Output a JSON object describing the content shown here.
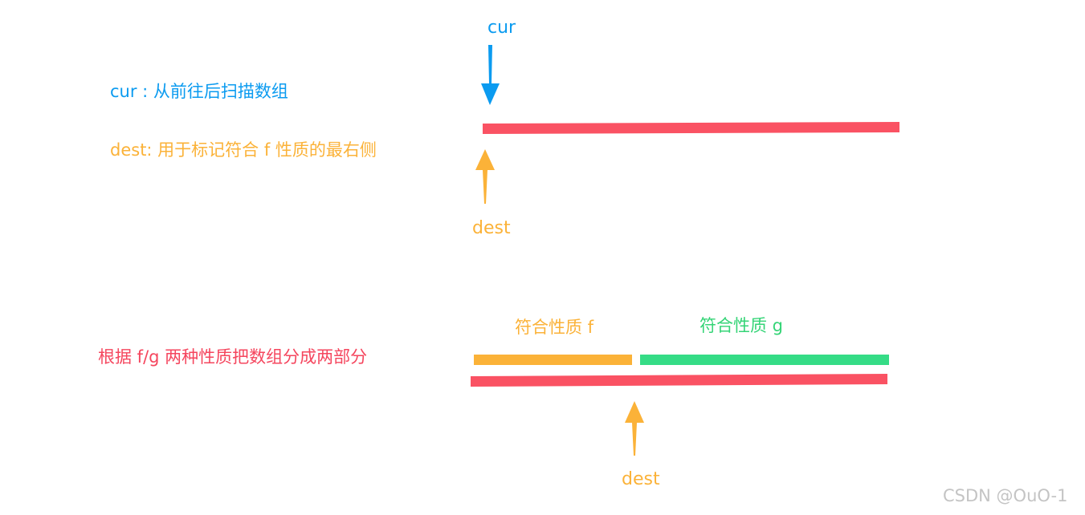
{
  "legend": {
    "cur_desc": "cur : 从前往后扫描数组",
    "dest_desc": "dest: 用于标记符合 f 性质的最右侧"
  },
  "top_diagram": {
    "cur_label": "cur",
    "dest_label": "dest"
  },
  "bottom_diagram": {
    "caption": "根据 f/g 两种性质把数组分成两部分",
    "segment_f_label": "符合性质 f",
    "segment_g_label": "符合性质 g",
    "dest_label": "dest"
  },
  "watermark": "CSDN @OuO-1",
  "colors": {
    "array": "#fa5263",
    "cur": "#0b9bf0",
    "dest": "#fbb238",
    "segment_f": "#fbb238",
    "segment_g": "#35dc86",
    "caption": "#f5465e"
  }
}
